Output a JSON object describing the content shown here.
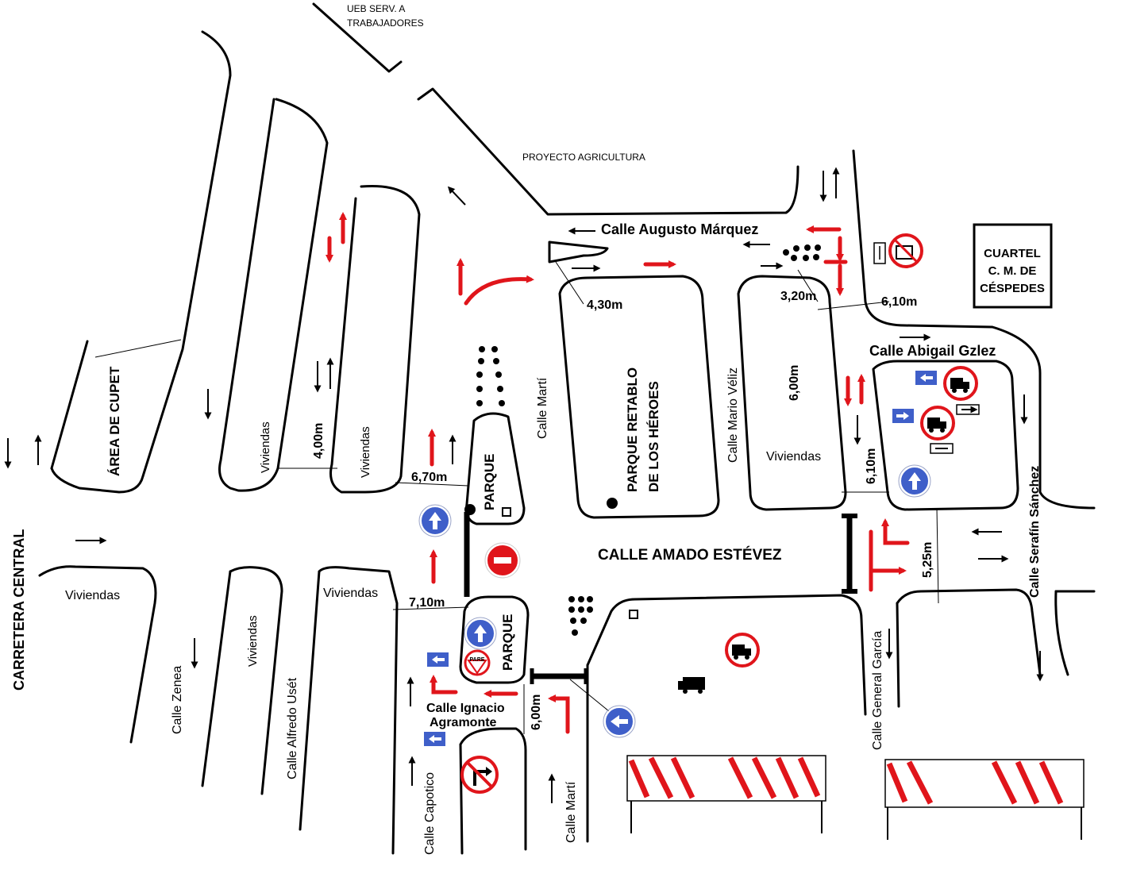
{
  "colors": {
    "road_line": "#000000",
    "traffic_arrow": "#e0151b",
    "mandatory_sign": "#3f5fc9",
    "prohibition_ring": "#e0151b",
    "barrier_stripe": "#e0151b"
  },
  "areas": {
    "ueb_line1": "UEB SERV. A",
    "ueb_line2": "TRABAJADORES",
    "proyecto": "PROYECTO AGRICULTURA",
    "cupet": "ÁREA DE CUPET",
    "parque_retablo_1": "PARQUE RETABLO",
    "parque_retablo_2": "DE LOS HÉROES",
    "parque_upper": "PARQUE",
    "parque_lower": "PARQUE",
    "cuartel_1": "CUARTEL",
    "cuartel_2": "C. M. DE",
    "cuartel_3": "CÉSPEDES"
  },
  "streets": {
    "carretera_central": "CARRETERA CENTRAL",
    "augusto_marquez": "Calle  Augusto  Márquez",
    "amado_estevez": "CALLE AMADO ESTÉVEZ",
    "abigail": "Calle Abigail Gzlez",
    "marti_top": "Calle Martí",
    "mario_veliz": "Calle Mario Véliz",
    "serafin": "Calle Serafín Sánchez",
    "general_garcia": "Calle General García",
    "zenea": "Calle Zenea",
    "alfredo_uset": "Calle  Alfredo Usét",
    "ignacio_1": "Calle Ignacio",
    "ignacio_2": "Agramonte",
    "capotico": "Calle Capotico",
    "marti_bottom": "Calle Martí"
  },
  "blocks": {
    "viviendas_1": "Viviendas",
    "viviendas_2": "Viviendas",
    "viviendas_3": "Viviendas",
    "viviendas_4": "Viviendas",
    "viviendas_5": "Viviendas",
    "viviendas_6": "Viviendas"
  },
  "measurements": {
    "m_430": "4,30m",
    "m_320": "3,20m",
    "m_610_top": "6,10m",
    "m_400": "4,00m",
    "m_670": "6,70m",
    "m_600_block": "6,00m",
    "m_610_side": "6,10m",
    "m_525": "5,25m",
    "m_710": "7,10m",
    "m_600_bottom": "6,00m"
  },
  "signs": {
    "pare": "PARE"
  },
  "icons": {
    "mandatory_ahead": "arrow-up-sign-icon",
    "mandatory_left": "arrow-left-sign-icon",
    "no_entry": "no-entry-sign-icon",
    "no_trucks": "no-trucks-sign-icon",
    "no_right_turn": "no-right-turn-sign-icon",
    "stop": "stop-sign-icon",
    "barrier": "road-barrier-icon",
    "bus": "bus-icon"
  }
}
